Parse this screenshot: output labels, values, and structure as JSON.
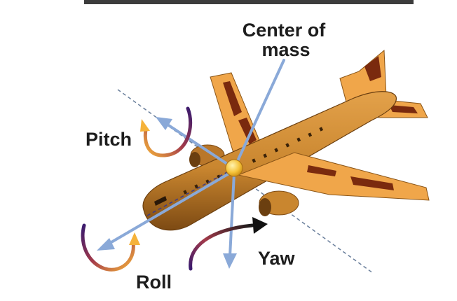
{
  "labels": {
    "top_cut": "",
    "center_of_mass_line1": "Center of",
    "center_of_mass_line2": "mass",
    "pitch": "Pitch",
    "yaw": "Yaw",
    "roll": "Roll"
  },
  "colors": {
    "fuselage": "#c9862f",
    "fuselage_dark": "#8a5517",
    "wing": "#f0a64a",
    "wing_stripe": "#7a2a0e",
    "axis_arrow": "#8aa9d8",
    "axis_line": "#6a7f9c",
    "center_dot": "#f5c33a",
    "gradient_start": "#f5b23a",
    "gradient_end": "#3a1a6e",
    "yaw_arrow": "#111111"
  }
}
